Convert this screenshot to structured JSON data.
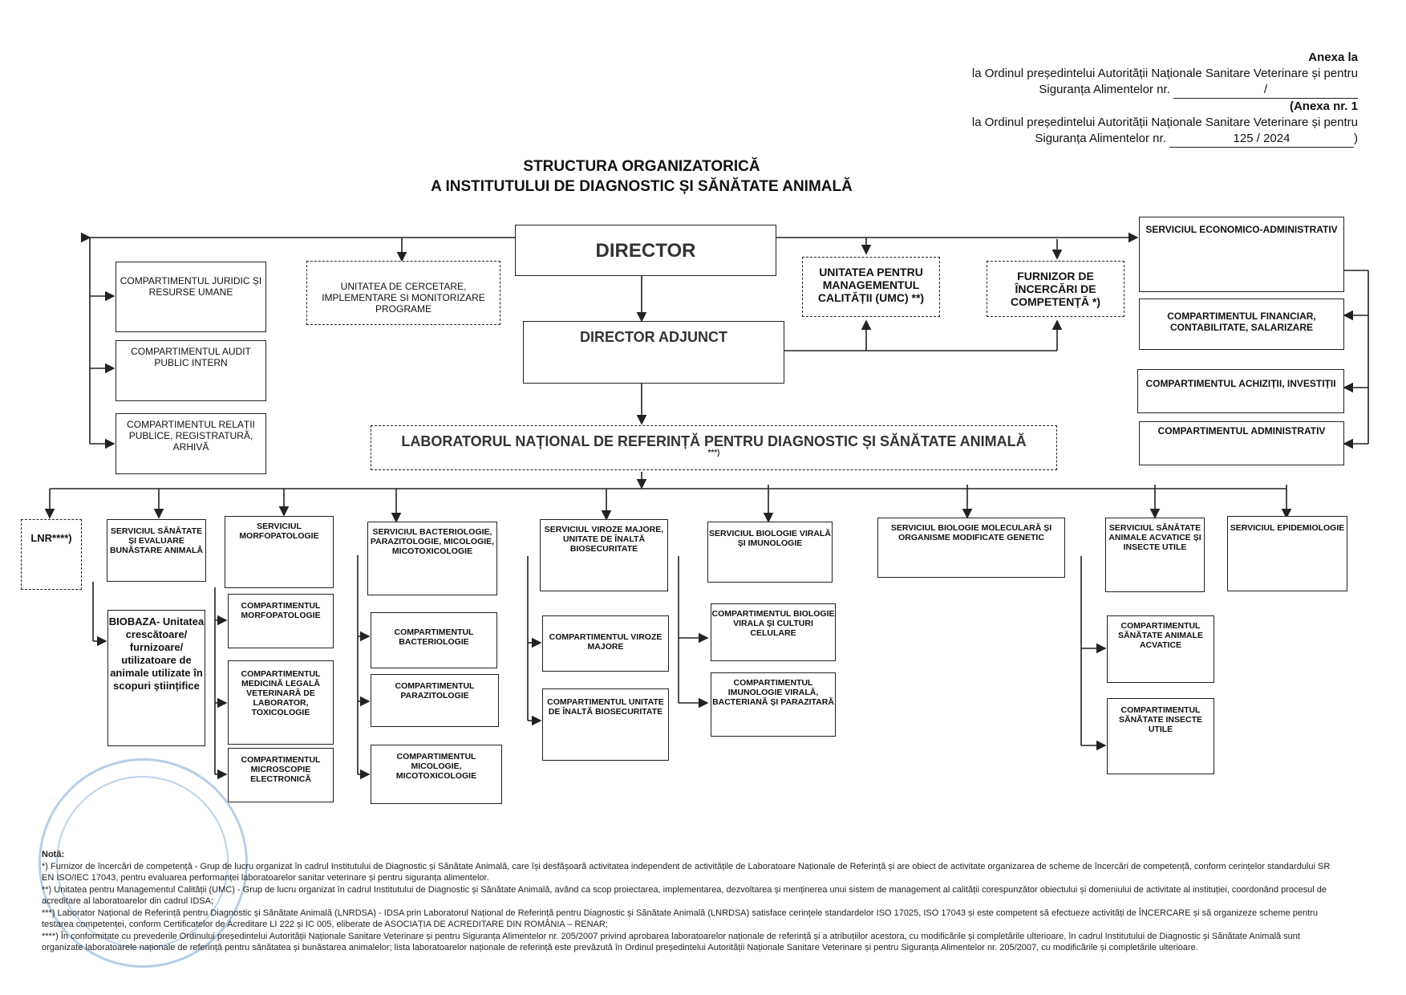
{
  "header": {
    "line1": "Anexa la",
    "line2": "la Ordinul președintelui Autorității Naționale Sanitare Veterinare și pentru",
    "line3_prefix": "Siguranța Alimentelor nr.",
    "line3_value": "/",
    "line4": "(Anexa nr. 1",
    "line5": "la Ordinul președintelui Autorității Naționale Sanitare Veterinare și pentru",
    "line6_prefix": "Siguranța Alimentelor nr.",
    "line6_value": "125 / 2024",
    "line6_suffix": ")"
  },
  "title": {
    "line1": "STRUCTURA ORGANIZATORICĂ",
    "line2": "A INSTITUTULUI DE DIAGNOSTIC ȘI SĂNĂTATE ANIMALĂ"
  },
  "nodes": {
    "director": "DIRECTOR",
    "director_adjunct": "DIRECTOR ADJUNCT",
    "unitatea_cercetare": "UNITATEA DE CERCETARE, IMPLEMENTARE SI MONITORIZARE PROGRAME",
    "umc": "UNITATEA PENTRU MANAGEMENTUL CALITĂȚII (UMC) **)",
    "furnizor": "FURNIZOR DE ÎNCERCĂRI DE COMPETENȚĂ *)",
    "juridic": "COMPARTIMENTUL JURIDIC ȘI RESURSE UMANE",
    "audit": "COMPARTIMENTUL AUDIT PUBLIC INTERN",
    "relatii": "COMPARTIMENTUL RELAȚII PUBLICE, REGISTRATURĂ, ARHIVĂ",
    "serv_econ": "SERVICIUL ECONOMICO-ADMINISTRATIV",
    "financiar": "COMPARTIMENTUL FINANCIAR, CONTABILITATE, SALARIZARE",
    "achizitii": "COMPARTIMENTUL ACHIZIȚII, INVESTIȚII",
    "administrativ": "COMPARTIMENTUL ADMINISTRATIV",
    "lnrdsa": "LABORATORUL NAȚIONAL DE REFERINȚĂ PENTRU DIAGNOSTIC ȘI SĂNĂTATE ANIMALĂ",
    "lnrdsa_note": "***)",
    "lnr": "LNR****)",
    "serv_sanatate": "SERVICIUL SĂNĂTATE ȘI EVALUARE BUNĂSTARE ANIMALĂ",
    "biobaza": "BIOBAZA- Unitatea crescătoare/ furnizoare/ utilizatoare de animale utilizate în scopuri științifice",
    "serv_morfo": "SERVICIUL MORFOPATOLOGIE",
    "comp_morfo": "COMPARTIMENTUL MORFOPATOLOGIE",
    "comp_medicina": "COMPARTIMENTUL MEDICINĂ LEGALĂ VETERINARĂ DE LABORATOR, TOXICOLOGIE",
    "comp_microscopie": "COMPARTIMENTUL MICROSCOPIE ELECTRONICĂ",
    "serv_bacterio": "SERVICIUL BACTERIOLOGIE, PARAZITOLOGIE, MICOLOGIE, MICOTOXICOLOGIE",
    "comp_bacterio": "COMPARTIMENTUL BACTERIOLOGIE",
    "comp_parazito": "COMPARTIMENTUL PARAZITOLOGIE",
    "comp_micologie": "COMPARTIMENTUL MICOLOGIE, MICOTOXICOLOGIE",
    "serv_viroze": "SERVICIUL VIROZE MAJORE, UNITATE DE ÎNALTĂ BIOSECURITATE",
    "comp_viroze": "COMPARTIMENTUL VIROZE MAJORE",
    "comp_unitate": "COMPARTIMENTUL UNITATE DE ÎNALTĂ BIOSECURITATE",
    "serv_biologie": "SERVICIUL BIOLOGIE VIRALĂ ȘI IMUNOLOGIE",
    "comp_biologie": "COMPARTIMENTUL BIOLOGIE VIRALA ȘI CULTURI CELULARE",
    "comp_imunologie": "COMPARTIMENTUL IMUNOLOGIE VIRALĂ, BACTERIANĂ ȘI PARAZITARĂ",
    "serv_molecular": "SERVICIUL BIOLOGIE MOLECULARĂ ȘI ORGANISME MODIFICATE GENETIC",
    "serv_acvatice": "SERVICIUL SĂNĂTATE ANIMALE ACVATICE ȘI INSECTE UTILE",
    "comp_acvatice": "COMPARTIMENTUL SĂNĂTATE ANIMALE ACVATICE",
    "comp_insecte": "COMPARTIMENTUL SĂNĂTATE INSECTE UTILE",
    "serv_epidemio": "SERVICIUL EPIDEMIOLOGIE"
  },
  "notes": {
    "heading": "Notă:",
    "n1": "*) Furnizor de încercări de competență - Grup de lucru organizat în cadrul Institutului de Diagnostic și Sănătate Animală, care își desfășoară activitatea independent de activitățile de Laboratoare Naționale de Referință și are obiect de activitate organizarea de scheme de încercări de competență, conform cerințelor standardului SR EN ISO/IEC 17043, pentru evaluarea performanței laboratoarelor sanitar veterinare și pentru siguranța alimentelor.",
    "n2": "**) Unitatea pentru Managementul Calității (UMC) - Grup de lucru organizat în cadrul Institutului de Diagnostic și Sănătate Animală, având ca scop proiectarea, implementarea, dezvoltarea și menținerea unui sistem de management al calității corespunzător obiectului și domeniului de activitate al instituției, coordonând procesul de acreditare al laboratoarelor din cadrul IDSA;",
    "n3": "***) Laborator Național de Referință pentru Diagnostic și Sănătate Animală (LNRDSA) - IDSA prin Laboratorul Național de Referință pentru Diagnostic și Sănătate Animală (LNRDSA) satisface cerințele standardelor ISO 17025, ISO 17043 și este competent să efectueze activități de ÎNCERCARE și să organizeze scheme pentru testarea competenței, conform Certificatelor de Acreditare LI 222 și IC 005, eliberate de ASOCIAȚIA DE ACREDITARE DIN ROMÂNIA – RENAR;",
    "n4": "****) În conformitate cu prevederile Ordinului președintelui Autorității Naționale Sanitare Veterinare și pentru Siguranța Alimentelor nr. 205/2007 privind aprobarea laboratoarelor naționale de referință și a atribuțiilor acestora, cu modificările și completările ulterioare, în cadrul Institutului de Diagnostic și Sănătate Animală sunt organizate laboratoarele naționale de referință pentru sănătatea și bunăstarea animalelor; lista laboratoarelor naționale de referință este prevăzută în Ordinul președintelui Autorității Naționale Sanitare Veterinare și pentru Siguranța Alimentelor nr. 205/2007, cu modificările și completările ulterioare."
  },
  "colors": {
    "ink": "#222222",
    "stamp": "#7aa6d6"
  }
}
